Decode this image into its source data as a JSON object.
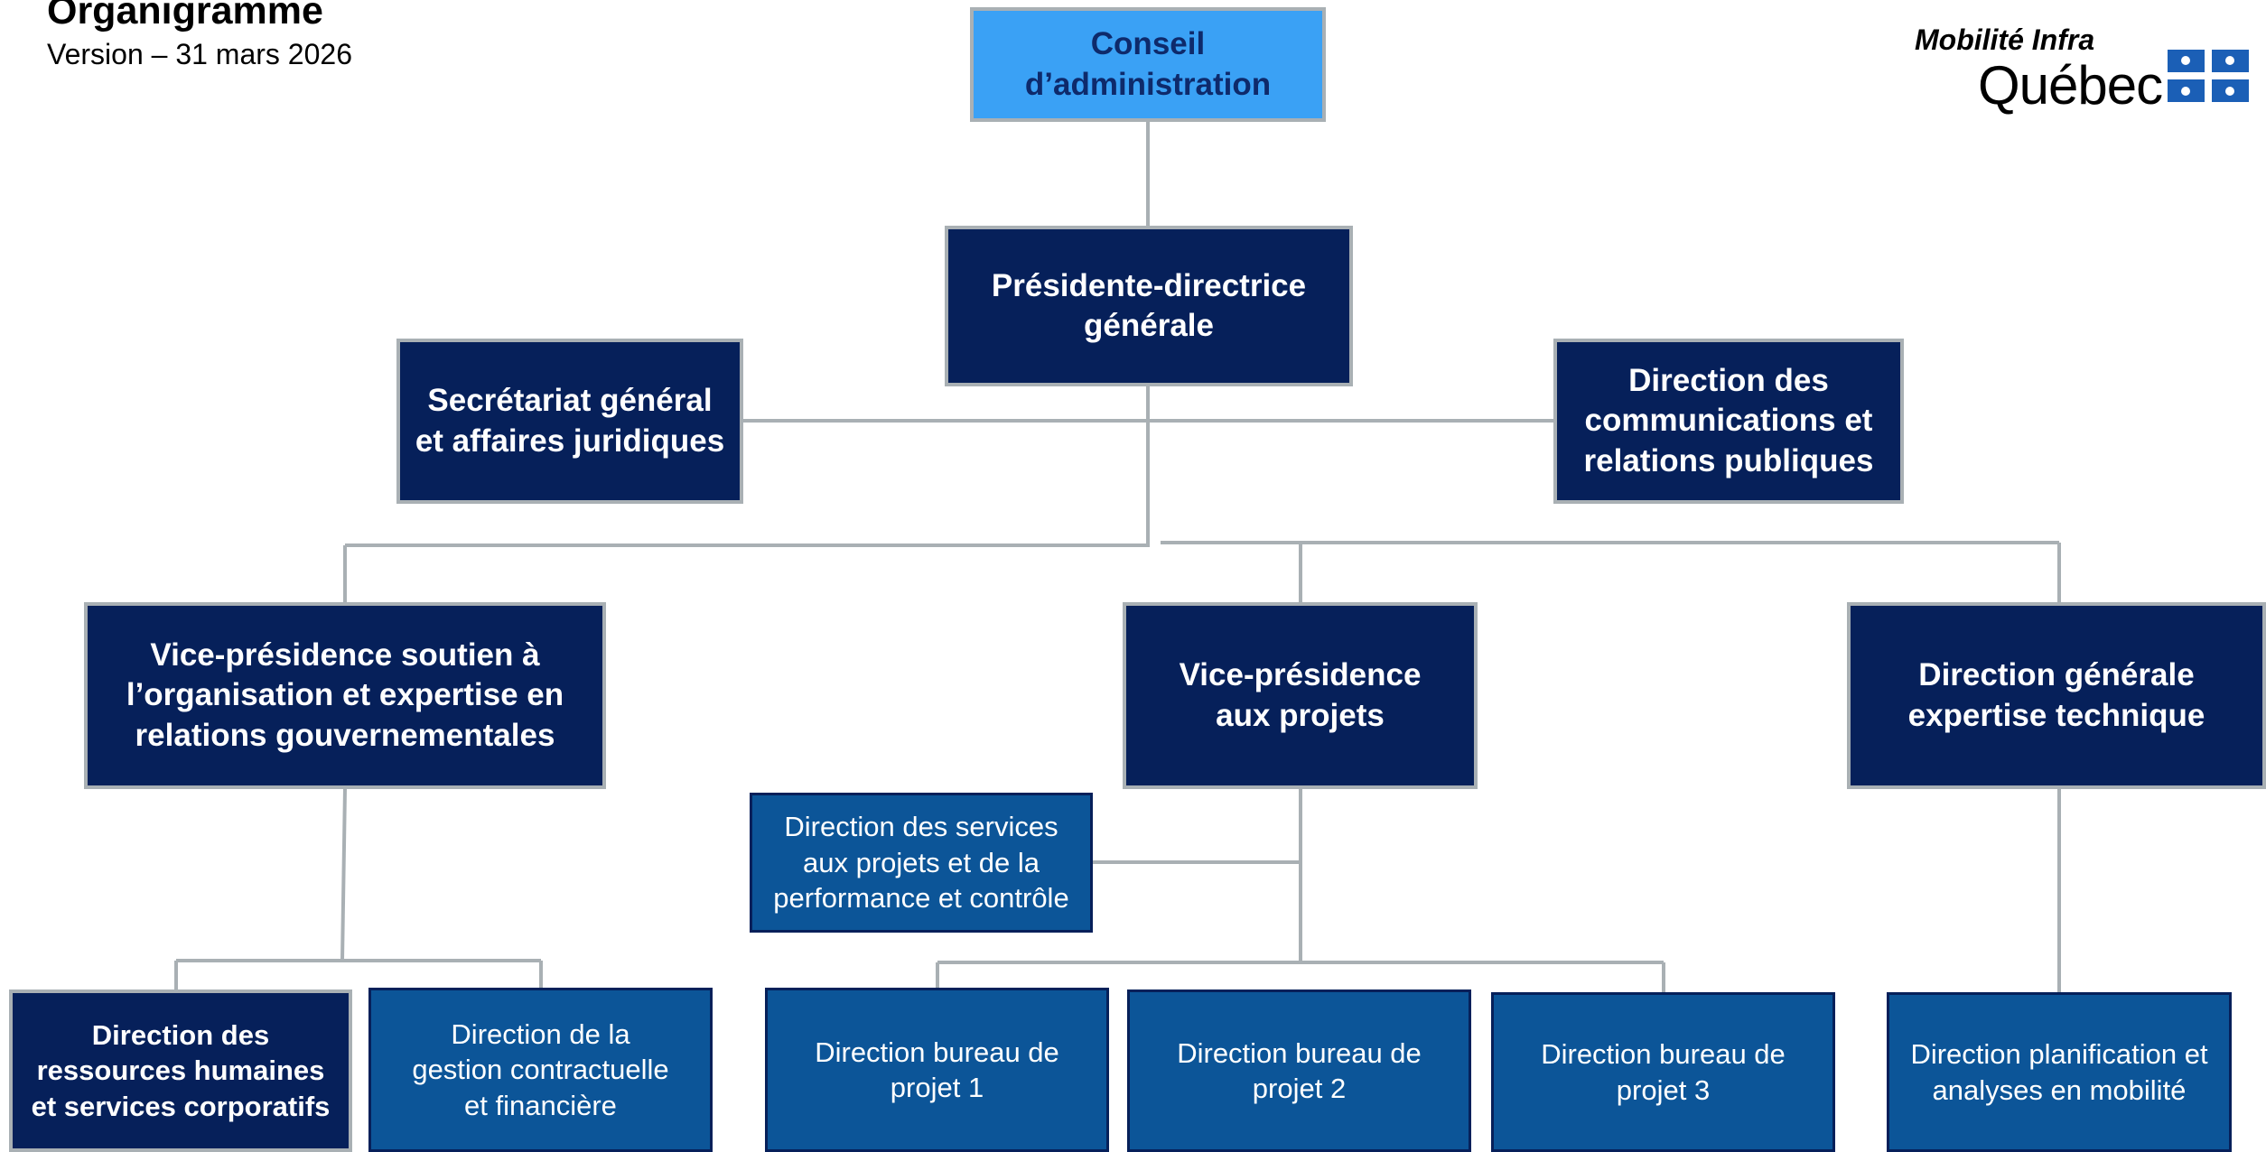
{
  "header": {
    "title": "Organigramme",
    "subtitle": "Version – 31 mars 2026"
  },
  "logo": {
    "line1": "Mobilité Infra",
    "line2": "Québec"
  },
  "colors": {
    "board": "#3aa1f5",
    "dark": "#06205a",
    "mid": "#0c5598",
    "connector": "#a9b0b4"
  },
  "org": {
    "board": "Conseil d’administration",
    "president": "Présidente-directrice générale",
    "secretariat": "Secrétariat général et affaires juridiques",
    "communications": "Direction des communications et relations publiques",
    "vp_support": "Vice-présidence soutien à l’organisation et expertise en relations gouvernementales",
    "vp_projects": "Vice-présidence aux projets",
    "dg_expertise": "Direction générale expertise technique",
    "services_projects": "Direction des services aux projets et de la performance et contrôle",
    "hr": "Direction des ressources humaines et services corporatifs",
    "contracts": "Direction de la gestion contractuelle et financière",
    "bureau1": "Direction bureau de projet 1",
    "bureau2": "Direction bureau de projet 2",
    "bureau3": "Direction bureau de projet 3",
    "planning": "Direction planification et analyses en mobilité"
  }
}
